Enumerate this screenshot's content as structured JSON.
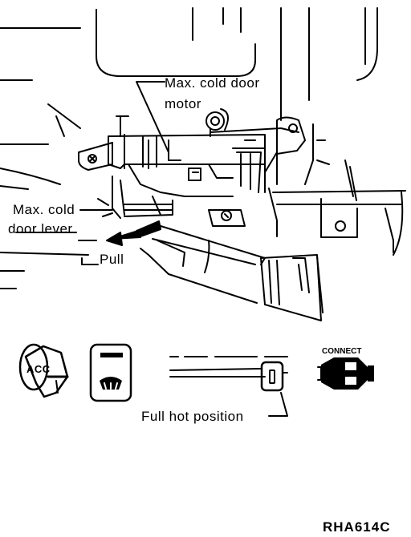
{
  "labels": {
    "motor_line1": "Max. cold door",
    "motor_line2": "motor",
    "lever_line1": "Max. cold",
    "lever_line2": "door lever",
    "pull": "Pull",
    "connect": "CONNECT",
    "acc": "ACC",
    "full_hot": "Full hot position",
    "figure_code": "RHA614C"
  },
  "icons": [
    "ignition-key-icon",
    "defrost-button-icon",
    "temperature-slider-icon",
    "connector-icon",
    "pull-arrow-icon"
  ],
  "colors": {
    "ink": "#000000",
    "paper": "#ffffff"
  }
}
